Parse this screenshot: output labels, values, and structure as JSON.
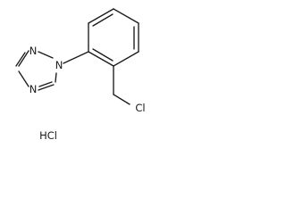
{
  "molecule": {
    "atoms": {
      "n_top": "N",
      "n_ring": "N",
      "n_bottom": "N",
      "cl": "Cl"
    },
    "salt": "HCl"
  }
}
